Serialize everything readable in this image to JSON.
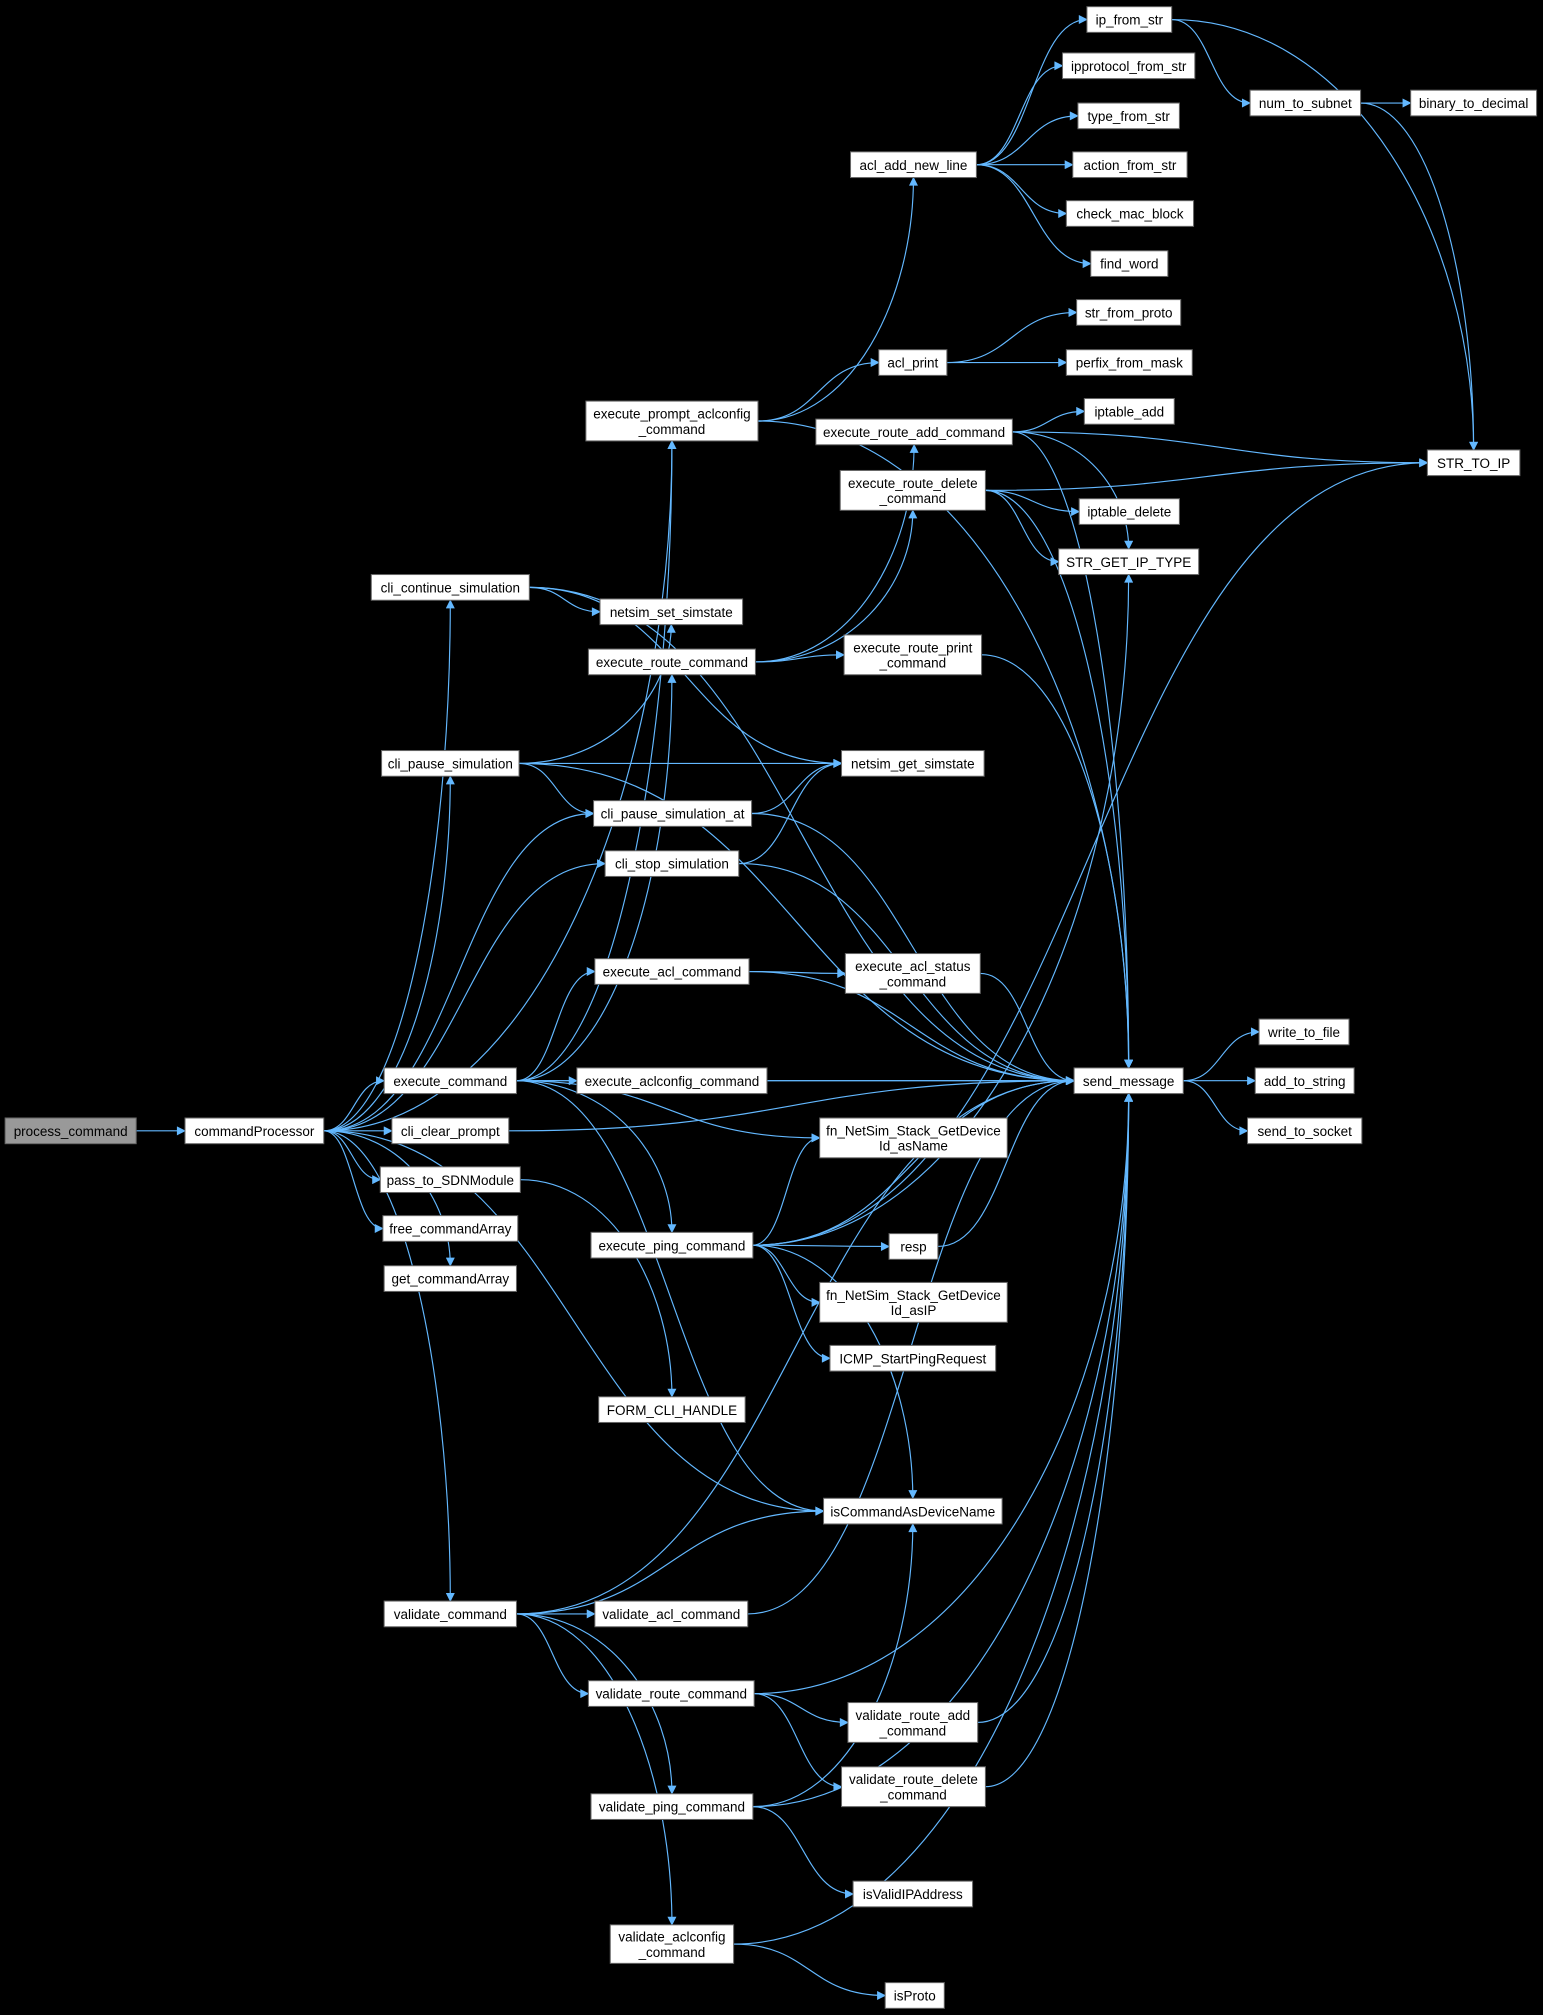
{
  "title": "commandProcessor call graph",
  "colors": {
    "background": "#000000",
    "edge": "#63b8ff",
    "node_fill": "#ffffff",
    "root_fill": "#999999"
  },
  "nodes": {
    "process_command": [
      "process_command"
    ],
    "commandProcessor": [
      "commandProcessor"
    ],
    "execute_command": [
      "execute_command"
    ],
    "cli_clear_prompt": [
      "cli_clear_prompt"
    ],
    "pass_to_SDNModule": [
      "pass_to_SDNModule"
    ],
    "free_commandArray": [
      "free_commandArray"
    ],
    "get_commandArray": [
      "get_commandArray"
    ],
    "validate_command": [
      "validate_command"
    ],
    "cli_continue_simulation": [
      "cli_continue_simulation"
    ],
    "cli_pause_simulation": [
      "cli_pause_simulation"
    ],
    "execute_prompt_aclconfig_command": [
      "execute_prompt_aclconfig",
      "_command"
    ],
    "netsim_set_simstate": [
      "netsim_set_simstate"
    ],
    "execute_route_command": [
      "execute_route_command"
    ],
    "cli_pause_simulation_at": [
      "cli_pause_simulation_at"
    ],
    "cli_stop_simulation": [
      "cli_stop_simulation"
    ],
    "execute_acl_command": [
      "execute_acl_command"
    ],
    "execute_aclconfig_command": [
      "execute_aclconfig_command"
    ],
    "execute_ping_command": [
      "execute_ping_command"
    ],
    "FORM_CLI_HANDLE": [
      "FORM_CLI_HANDLE"
    ],
    "validate_acl_command": [
      "validate_acl_command"
    ],
    "validate_route_command": [
      "validate_route_command"
    ],
    "validate_ping_command": [
      "validate_ping_command"
    ],
    "validate_aclconfig_command": [
      "validate_aclconfig",
      "_command"
    ],
    "acl_add_new_line": [
      "acl_add_new_line"
    ],
    "acl_print": [
      "acl_print"
    ],
    "execute_route_add_command": [
      "execute_route_add_command"
    ],
    "execute_route_delete_command": [
      "execute_route_delete",
      "_command"
    ],
    "execute_route_print_command": [
      "execute_route_print",
      "_command"
    ],
    "netsim_get_simstate": [
      "netsim_get_simstate"
    ],
    "execute_acl_status_command": [
      "execute_acl_status",
      "_command"
    ],
    "fn_NetSim_Stack_GetDeviceId_asName": [
      "fn_NetSim_Stack_GetDevice",
      "Id_asName"
    ],
    "resp": [
      "resp"
    ],
    "fn_NetSim_Stack_GetDeviceId_asIP": [
      "fn_NetSim_Stack_GetDevice",
      "Id_asIP"
    ],
    "ICMP_StartPingRequest": [
      "ICMP_StartPingRequest"
    ],
    "isCommandAsDeviceName": [
      "isCommandAsDeviceName"
    ],
    "validate_route_add_command": [
      "validate_route_add",
      "_command"
    ],
    "validate_route_delete_command": [
      "validate_route_delete",
      "_command"
    ],
    "isValidIPAddress": [
      "isValidIPAddress"
    ],
    "isProto": [
      "isProto"
    ],
    "ip_from_str": [
      "ip_from_str"
    ],
    "ipprotocol_from_str": [
      "ipprotocol_from_str"
    ],
    "type_from_str": [
      "type_from_str"
    ],
    "action_from_str": [
      "action_from_str"
    ],
    "check_mac_block": [
      "check_mac_block"
    ],
    "find_word": [
      "find_word"
    ],
    "str_from_proto": [
      "str_from_proto"
    ],
    "perfix_from_mask": [
      "perfix_from_mask"
    ],
    "iptable_add": [
      "iptable_add"
    ],
    "iptable_delete": [
      "iptable_delete"
    ],
    "STR_GET_IP_TYPE": [
      "STR_GET_IP_TYPE"
    ],
    "send_message": [
      "send_message"
    ],
    "num_to_subnet": [
      "num_to_subnet"
    ],
    "binary_to_decimal": [
      "binary_to_decimal"
    ],
    "STR_TO_IP": [
      "STR_TO_IP"
    ],
    "write_to_file": [
      "write_to_file"
    ],
    "add_to_string": [
      "add_to_string"
    ],
    "send_to_socket": [
      "send_to_socket"
    ]
  },
  "edges": [
    [
      "process_command",
      "commandProcessor"
    ],
    [
      "commandProcessor",
      "execute_command"
    ],
    [
      "commandProcessor",
      "cli_clear_prompt"
    ],
    [
      "commandProcessor",
      "pass_to_SDNModule"
    ],
    [
      "commandProcessor",
      "free_commandArray"
    ],
    [
      "commandProcessor",
      "get_commandArray"
    ],
    [
      "commandProcessor",
      "validate_command"
    ],
    [
      "commandProcessor",
      "cli_continue_simulation"
    ],
    [
      "commandProcessor",
      "cli_pause_simulation"
    ],
    [
      "commandProcessor",
      "cli_pause_simulation_at"
    ],
    [
      "commandProcessor",
      "cli_stop_simulation"
    ],
    [
      "commandProcessor",
      "execute_prompt_aclconfig_command"
    ],
    [
      "commandProcessor",
      "isCommandAsDeviceName"
    ],
    [
      "execute_command",
      "execute_prompt_aclconfig_command"
    ],
    [
      "execute_command",
      "execute_route_command"
    ],
    [
      "execute_command",
      "execute_acl_command"
    ],
    [
      "execute_command",
      "execute_aclconfig_command"
    ],
    [
      "execute_command",
      "execute_ping_command"
    ],
    [
      "execute_command",
      "fn_NetSim_Stack_GetDeviceId_asName"
    ],
    [
      "execute_command",
      "isCommandAsDeviceName"
    ],
    [
      "execute_command",
      "send_message"
    ],
    [
      "cli_clear_prompt",
      "send_message"
    ],
    [
      "pass_to_SDNModule",
      "FORM_CLI_HANDLE"
    ],
    [
      "cli_continue_simulation",
      "netsim_set_simstate"
    ],
    [
      "cli_continue_simulation",
      "netsim_get_simstate"
    ],
    [
      "cli_continue_simulation",
      "send_message"
    ],
    [
      "cli_pause_simulation",
      "netsim_set_simstate"
    ],
    [
      "cli_pause_simulation",
      "netsim_get_simstate"
    ],
    [
      "cli_pause_simulation",
      "cli_pause_simulation_at"
    ],
    [
      "cli_pause_simulation",
      "send_message"
    ],
    [
      "cli_pause_simulation_at",
      "netsim_get_simstate"
    ],
    [
      "cli_pause_simulation_at",
      "send_message"
    ],
    [
      "cli_stop_simulation",
      "netsim_get_simstate"
    ],
    [
      "cli_stop_simulation",
      "send_message"
    ],
    [
      "execute_prompt_aclconfig_command",
      "acl_add_new_line"
    ],
    [
      "execute_prompt_aclconfig_command",
      "acl_print"
    ],
    [
      "execute_prompt_aclconfig_command",
      "send_message"
    ],
    [
      "acl_add_new_line",
      "ip_from_str"
    ],
    [
      "acl_add_new_line",
      "ipprotocol_from_str"
    ],
    [
      "acl_add_new_line",
      "type_from_str"
    ],
    [
      "acl_add_new_line",
      "action_from_str"
    ],
    [
      "acl_add_new_line",
      "check_mac_block"
    ],
    [
      "acl_add_new_line",
      "find_word"
    ],
    [
      "ip_from_str",
      "num_to_subnet"
    ],
    [
      "ip_from_str",
      "STR_TO_IP"
    ],
    [
      "num_to_subnet",
      "binary_to_decimal"
    ],
    [
      "num_to_subnet",
      "STR_TO_IP"
    ],
    [
      "acl_print",
      "str_from_proto"
    ],
    [
      "acl_print",
      "perfix_from_mask"
    ],
    [
      "execute_route_command",
      "execute_route_add_command"
    ],
    [
      "execute_route_command",
      "execute_route_delete_command"
    ],
    [
      "execute_route_command",
      "execute_route_print_command"
    ],
    [
      "execute_route_add_command",
      "iptable_add"
    ],
    [
      "execute_route_add_command",
      "STR_TO_IP"
    ],
    [
      "execute_route_add_command",
      "STR_GET_IP_TYPE"
    ],
    [
      "execute_route_add_command",
      "send_message"
    ],
    [
      "execute_route_delete_command",
      "iptable_delete"
    ],
    [
      "execute_route_delete_command",
      "STR_GET_IP_TYPE"
    ],
    [
      "execute_route_delete_command",
      "STR_TO_IP"
    ],
    [
      "execute_route_delete_command",
      "send_message"
    ],
    [
      "execute_route_print_command",
      "send_message"
    ],
    [
      "execute_acl_command",
      "execute_acl_status_command"
    ],
    [
      "execute_acl_command",
      "send_message"
    ],
    [
      "execute_acl_status_command",
      "send_message"
    ],
    [
      "execute_aclconfig_command",
      "send_message"
    ],
    [
      "execute_ping_command",
      "resp"
    ],
    [
      "execute_ping_command",
      "fn_NetSim_Stack_GetDeviceId_asName"
    ],
    [
      "execute_ping_command",
      "fn_NetSim_Stack_GetDeviceId_asIP"
    ],
    [
      "execute_ping_command",
      "ICMP_StartPingRequest"
    ],
    [
      "execute_ping_command",
      "isCommandAsDeviceName"
    ],
    [
      "execute_ping_command",
      "send_message"
    ],
    [
      "execute_ping_command",
      "STR_GET_IP_TYPE"
    ],
    [
      "execute_ping_command",
      "STR_TO_IP"
    ],
    [
      "resp",
      "send_message"
    ],
    [
      "send_message",
      "write_to_file"
    ],
    [
      "send_message",
      "add_to_string"
    ],
    [
      "send_message",
      "send_to_socket"
    ],
    [
      "validate_command",
      "validate_acl_command"
    ],
    [
      "validate_command",
      "validate_route_command"
    ],
    [
      "validate_command",
      "validate_ping_command"
    ],
    [
      "validate_command",
      "validate_aclconfig_command"
    ],
    [
      "validate_command",
      "isCommandAsDeviceName"
    ],
    [
      "validate_command",
      "send_message"
    ],
    [
      "validate_acl_command",
      "send_message"
    ],
    [
      "validate_route_command",
      "validate_route_add_command"
    ],
    [
      "validate_route_command",
      "validate_route_delete_command"
    ],
    [
      "validate_route_command",
      "send_message"
    ],
    [
      "validate_route_add_command",
      "send_message"
    ],
    [
      "validate_route_delete_command",
      "send_message"
    ],
    [
      "validate_ping_command",
      "isValidIPAddress"
    ],
    [
      "validate_ping_command",
      "isCommandAsDeviceName"
    ],
    [
      "validate_ping_command",
      "send_message"
    ],
    [
      "validate_aclconfig_command",
      "isProto"
    ],
    [
      "validate_aclconfig_command",
      "send_message"
    ]
  ]
}
